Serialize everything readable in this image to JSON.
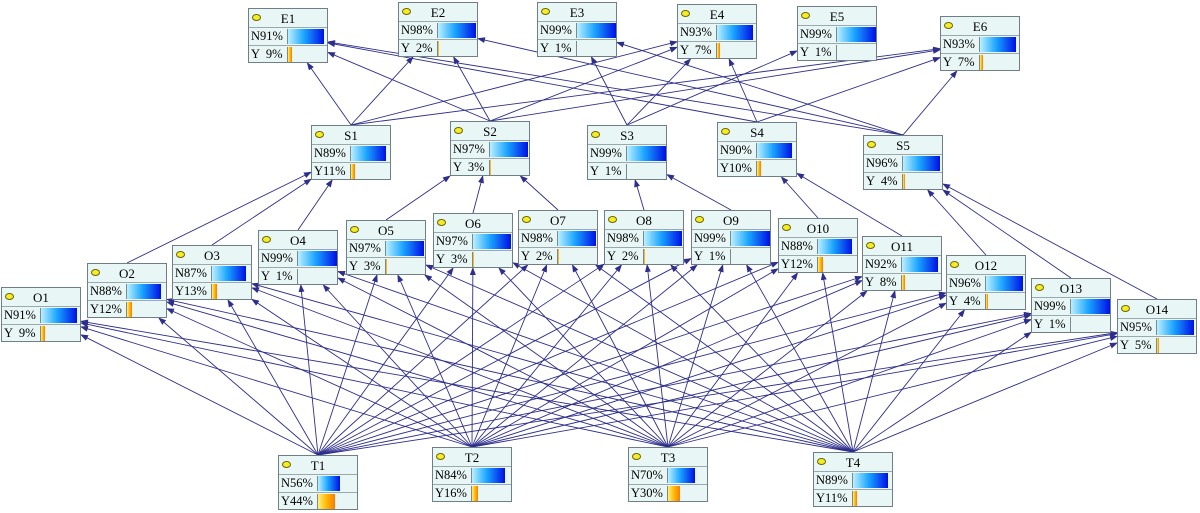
{
  "nodes": [
    {
      "id": "E1",
      "n": "N91%",
      "y": "Y  9%",
      "n_pct": 91,
      "y_pct": 9
    },
    {
      "id": "E2",
      "n": "N98%",
      "y": "Y  2%",
      "n_pct": 98,
      "y_pct": 2
    },
    {
      "id": "E3",
      "n": "N99%",
      "y": "Y  1%",
      "n_pct": 99,
      "y_pct": 1
    },
    {
      "id": "E4",
      "n": "N93%",
      "y": "Y  7%",
      "n_pct": 93,
      "y_pct": 7
    },
    {
      "id": "E5",
      "n": "N99%",
      "y": "Y  1%",
      "n_pct": 99,
      "y_pct": 1
    },
    {
      "id": "E6",
      "n": "N93%",
      "y": "Y  7%",
      "n_pct": 93,
      "y_pct": 7
    },
    {
      "id": "S1",
      "n": "N89%",
      "y": "Y11%",
      "n_pct": 89,
      "y_pct": 11
    },
    {
      "id": "S2",
      "n": "N97%",
      "y": "Y  3%",
      "n_pct": 97,
      "y_pct": 3
    },
    {
      "id": "S3",
      "n": "N99%",
      "y": "Y  1%",
      "n_pct": 99,
      "y_pct": 1
    },
    {
      "id": "S4",
      "n": "N90%",
      "y": "Y10%",
      "n_pct": 90,
      "y_pct": 10
    },
    {
      "id": "S5",
      "n": "N96%",
      "y": "Y  4%",
      "n_pct": 96,
      "y_pct": 4
    },
    {
      "id": "O1",
      "n": "N91%",
      "y": "Y  9%",
      "n_pct": 91,
      "y_pct": 9
    },
    {
      "id": "O2",
      "n": "N88%",
      "y": "Y12%",
      "n_pct": 88,
      "y_pct": 12
    },
    {
      "id": "O3",
      "n": "N87%",
      "y": "Y13%",
      "n_pct": 87,
      "y_pct": 13
    },
    {
      "id": "O4",
      "n": "N99%",
      "y": "Y  1%",
      "n_pct": 99,
      "y_pct": 1
    },
    {
      "id": "O5",
      "n": "N97%",
      "y": "Y  3%",
      "n_pct": 97,
      "y_pct": 3
    },
    {
      "id": "O6",
      "n": "N97%",
      "y": "Y  3%",
      "n_pct": 97,
      "y_pct": 3
    },
    {
      "id": "O7",
      "n": "N98%",
      "y": "Y  2%",
      "n_pct": 98,
      "y_pct": 2
    },
    {
      "id": "O8",
      "n": "N98%",
      "y": "Y  2%",
      "n_pct": 98,
      "y_pct": 2
    },
    {
      "id": "O9",
      "n": "N99%",
      "y": "Y  1%",
      "n_pct": 99,
      "y_pct": 1
    },
    {
      "id": "O10",
      "n": "N88%",
      "y": "Y12%",
      "n_pct": 88,
      "y_pct": 12
    },
    {
      "id": "O11",
      "n": "N92%",
      "y": "Y  8%",
      "n_pct": 92,
      "y_pct": 8
    },
    {
      "id": "O12",
      "n": "N96%",
      "y": "Y  4%",
      "n_pct": 96,
      "y_pct": 4
    },
    {
      "id": "O13",
      "n": "N99%",
      "y": "Y  1%",
      "n_pct": 99,
      "y_pct": 1
    },
    {
      "id": "O14",
      "n": "N95%",
      "y": "Y  5%",
      "n_pct": 95,
      "y_pct": 5
    },
    {
      "id": "T1",
      "n": "N56%",
      "y": "Y44%",
      "n_pct": 56,
      "y_pct": 44
    },
    {
      "id": "T2",
      "n": "N84%",
      "y": "Y16%",
      "n_pct": 84,
      "y_pct": 16
    },
    {
      "id": "T3",
      "n": "N70%",
      "y": "Y30%",
      "n_pct": 70,
      "y_pct": 30
    },
    {
      "id": "T4",
      "n": "N89%",
      "y": "Y11%",
      "n_pct": 89,
      "y_pct": 11
    }
  ],
  "edges": [
    [
      "T1",
      "O1"
    ],
    [
      "T1",
      "O2"
    ],
    [
      "T1",
      "O3"
    ],
    [
      "T1",
      "O4"
    ],
    [
      "T1",
      "O5"
    ],
    [
      "T1",
      "O6"
    ],
    [
      "T1",
      "O7"
    ],
    [
      "T1",
      "O8"
    ],
    [
      "T1",
      "O9"
    ],
    [
      "T1",
      "O10"
    ],
    [
      "T1",
      "O11"
    ],
    [
      "T1",
      "O12"
    ],
    [
      "T1",
      "O13"
    ],
    [
      "T1",
      "O14"
    ],
    [
      "T2",
      "O1"
    ],
    [
      "T2",
      "O2"
    ],
    [
      "T2",
      "O3"
    ],
    [
      "T2",
      "O4"
    ],
    [
      "T2",
      "O5"
    ],
    [
      "T2",
      "O6"
    ],
    [
      "T2",
      "O7"
    ],
    [
      "T2",
      "O8"
    ],
    [
      "T2",
      "O9"
    ],
    [
      "T2",
      "O10"
    ],
    [
      "T2",
      "O11"
    ],
    [
      "T2",
      "O12"
    ],
    [
      "T2",
      "O13"
    ],
    [
      "T2",
      "O14"
    ],
    [
      "T3",
      "O1"
    ],
    [
      "T3",
      "O2"
    ],
    [
      "T3",
      "O3"
    ],
    [
      "T3",
      "O4"
    ],
    [
      "T3",
      "O5"
    ],
    [
      "T3",
      "O6"
    ],
    [
      "T3",
      "O7"
    ],
    [
      "T3",
      "O8"
    ],
    [
      "T3",
      "O9"
    ],
    [
      "T3",
      "O10"
    ],
    [
      "T3",
      "O11"
    ],
    [
      "T3",
      "O12"
    ],
    [
      "T3",
      "O13"
    ],
    [
      "T3",
      "O14"
    ],
    [
      "T4",
      "O1"
    ],
    [
      "T4",
      "O2"
    ],
    [
      "T4",
      "O3"
    ],
    [
      "T4",
      "O4"
    ],
    [
      "T4",
      "O5"
    ],
    [
      "T4",
      "O6"
    ],
    [
      "T4",
      "O7"
    ],
    [
      "T4",
      "O8"
    ],
    [
      "T4",
      "O9"
    ],
    [
      "T4",
      "O10"
    ],
    [
      "T4",
      "O11"
    ],
    [
      "T4",
      "O12"
    ],
    [
      "T4",
      "O13"
    ],
    [
      "T4",
      "O14"
    ],
    [
      "O2",
      "S1"
    ],
    [
      "O3",
      "S1"
    ],
    [
      "O4",
      "S1"
    ],
    [
      "O5",
      "S2"
    ],
    [
      "O6",
      "S2"
    ],
    [
      "O7",
      "S2"
    ],
    [
      "O8",
      "S3"
    ],
    [
      "O9",
      "S3"
    ],
    [
      "O10",
      "S4"
    ],
    [
      "O11",
      "S4"
    ],
    [
      "O12",
      "S5"
    ],
    [
      "O13",
      "S5"
    ],
    [
      "O14",
      "S5"
    ],
    [
      "S1",
      "E1"
    ],
    [
      "S1",
      "E2"
    ],
    [
      "S1",
      "E4"
    ],
    [
      "S1",
      "E6"
    ],
    [
      "S2",
      "E1"
    ],
    [
      "S2",
      "E2"
    ],
    [
      "S2",
      "E4"
    ],
    [
      "S2",
      "E6"
    ],
    [
      "S3",
      "E3"
    ],
    [
      "S3",
      "E4"
    ],
    [
      "S3",
      "E5"
    ],
    [
      "S4",
      "E1"
    ],
    [
      "S4",
      "E4"
    ],
    [
      "S4",
      "E6"
    ],
    [
      "S5",
      "E1"
    ],
    [
      "S5",
      "E2"
    ],
    [
      "S5",
      "E3"
    ],
    [
      "S5",
      "E6"
    ]
  ],
  "colors": {
    "edge": "#2e2e8c",
    "node_bg": "#e8f6f6",
    "node_border": "#6f7f86"
  }
}
